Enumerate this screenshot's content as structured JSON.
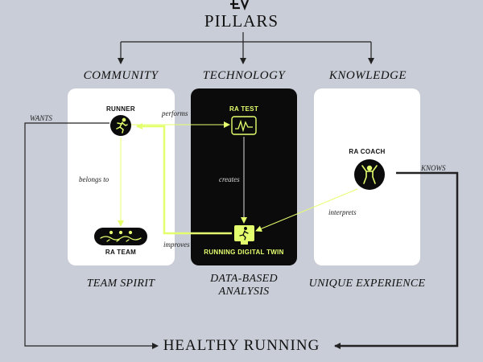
{
  "title": "PILLARS",
  "columns": [
    {
      "heading": "COMMUNITY",
      "footer": "TEAM SPIRIT"
    },
    {
      "heading": "TECHNOLOGY",
      "footer": "DATA-BASED ANALYSIS"
    },
    {
      "heading": "KNOWLEDGE",
      "footer": "UNIQUE EXPERIENCE"
    }
  ],
  "nodes": {
    "runner": "RUNNER",
    "ra_team": "RA TEAM",
    "ra_test": "RA TEST",
    "digital_twin": "RUNNING DIGITAL TWIN",
    "ra_coach": "RA COACH"
  },
  "edges": {
    "performs": "performs",
    "belongs_to": "belongs to",
    "creates": "creates",
    "improves": "improves",
    "interprets": "interprets",
    "wants": "WANTS",
    "knows": "KNOWS"
  },
  "goal": "HEALTHY RUNNING",
  "colors": {
    "background": "#c9cdd7",
    "card": "#ffffff",
    "tech_card": "#0b0b0b",
    "accent": "#e4ff6e",
    "line": "#222222"
  }
}
